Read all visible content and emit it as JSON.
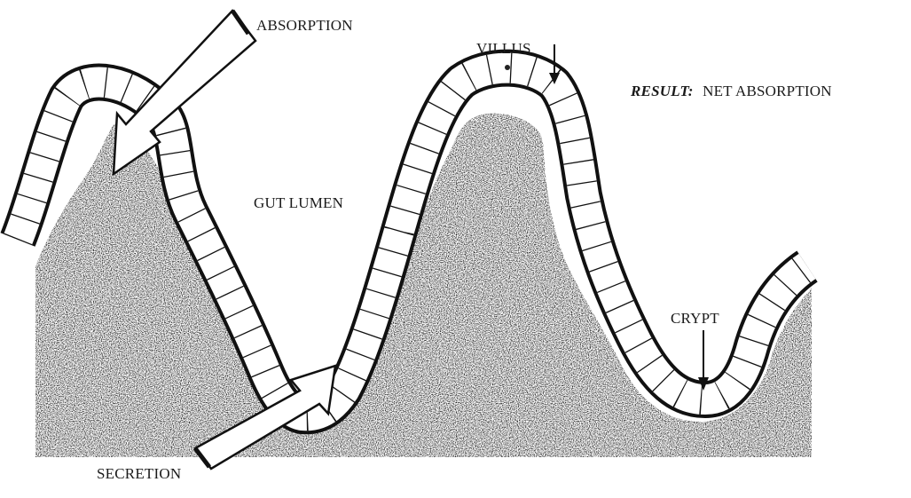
{
  "labels": {
    "absorption": "ABSORPTION",
    "secretion": "SECRETION",
    "villus": "VILLUS",
    "crypt": "CRYPT",
    "gut_lumen": "GUT LUMEN",
    "result_prefix": "RESULT:",
    "result_value": "NET ABSORPTION"
  },
  "colors": {
    "tissue_fill": "#9a9a9a",
    "outline": "#111111",
    "epithelium": "#ffffff",
    "background": "#ffffff"
  }
}
